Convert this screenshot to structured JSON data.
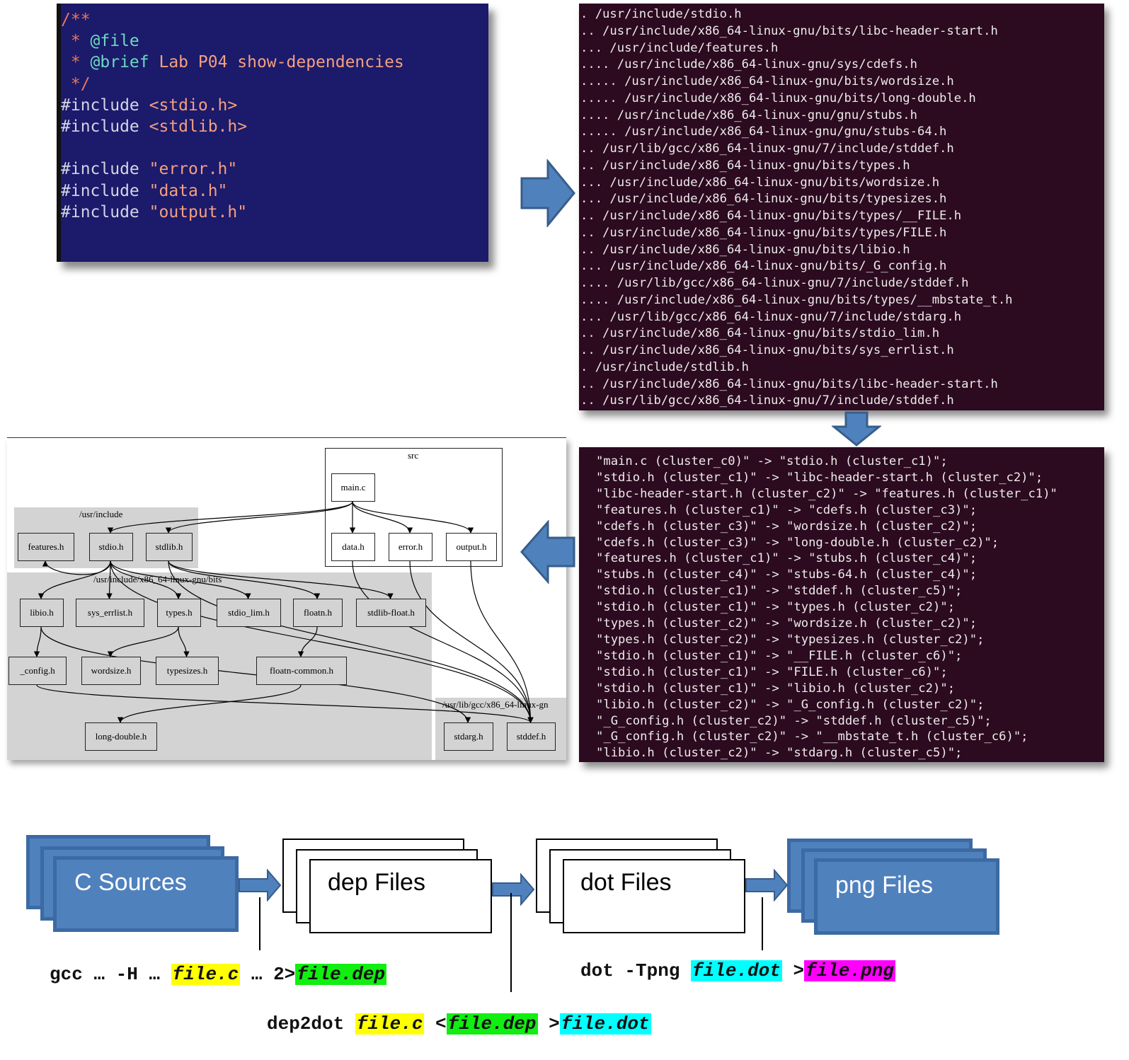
{
  "code_block": {
    "background": "#1b1a6b",
    "lines": [
      [
        {
          "text": "/**",
          "role": "cm"
        }
      ],
      [
        {
          "text": " * ",
          "role": "cm"
        },
        {
          "text": "@file",
          "role": "tag"
        }
      ],
      [
        {
          "text": " * ",
          "role": "cm"
        },
        {
          "text": "@brief",
          "role": "tag"
        },
        {
          "text": " Lab P04 show-dependencies",
          "role": "str"
        }
      ],
      [
        {
          "text": " */",
          "role": "cm"
        }
      ],
      [
        {
          "text": "#include ",
          "role": "kw"
        },
        {
          "text": "<stdio.h>",
          "role": "str"
        }
      ],
      [
        {
          "text": "#include ",
          "role": "kw"
        },
        {
          "text": "<stdlib.h>",
          "role": "str"
        }
      ],
      [
        {
          "text": "",
          "role": "kw"
        }
      ],
      [
        {
          "text": "#include ",
          "role": "kw"
        },
        {
          "text": "\"error.h\"",
          "role": "str"
        }
      ],
      [
        {
          "text": "#include ",
          "role": "kw"
        },
        {
          "text": "\"data.h\"",
          "role": "str"
        }
      ],
      [
        {
          "text": "#include ",
          "role": "kw"
        },
        {
          "text": "\"output.h\"",
          "role": "str"
        }
      ]
    ]
  },
  "dep_output": {
    "background": "#2c0a1f",
    "lines": [
      ". /usr/include/stdio.h",
      ".. /usr/include/x86_64-linux-gnu/bits/libc-header-start.h",
      "... /usr/include/features.h",
      ".... /usr/include/x86_64-linux-gnu/sys/cdefs.h",
      "..... /usr/include/x86_64-linux-gnu/bits/wordsize.h",
      "..... /usr/include/x86_64-linux-gnu/bits/long-double.h",
      ".... /usr/include/x86_64-linux-gnu/gnu/stubs.h",
      "..... /usr/include/x86_64-linux-gnu/gnu/stubs-64.h",
      ".. /usr/lib/gcc/x86_64-linux-gnu/7/include/stddef.h",
      ".. /usr/include/x86_64-linux-gnu/bits/types.h",
      "... /usr/include/x86_64-linux-gnu/bits/wordsize.h",
      "... /usr/include/x86_64-linux-gnu/bits/typesizes.h",
      ".. /usr/include/x86_64-linux-gnu/bits/types/__FILE.h",
      ".. /usr/include/x86_64-linux-gnu/bits/types/FILE.h",
      ".. /usr/include/x86_64-linux-gnu/bits/libio.h",
      "... /usr/include/x86_64-linux-gnu/bits/_G_config.h",
      ".... /usr/lib/gcc/x86_64-linux-gnu/7/include/stddef.h",
      ".... /usr/include/x86_64-linux-gnu/bits/types/__mbstate_t.h",
      "... /usr/lib/gcc/x86_64-linux-gnu/7/include/stdarg.h",
      ".. /usr/include/x86_64-linux-gnu/bits/stdio_lim.h",
      ".. /usr/include/x86_64-linux-gnu/bits/sys_errlist.h",
      ". /usr/include/stdlib.h",
      ".. /usr/include/x86_64-linux-gnu/bits/libc-header-start.h",
      ".. /usr/lib/gcc/x86_64-linux-gnu/7/include/stddef.h"
    ]
  },
  "dot_output": {
    "lines": [
      "\"main.c (cluster_c0)\" -> \"stdio.h (cluster_c1)\";",
      "\"stdio.h (cluster_c1)\" -> \"libc-header-start.h (cluster_c2)\";",
      "\"libc-header-start.h (cluster_c2)\" -> \"features.h (cluster_c1)\"",
      "\"features.h (cluster_c1)\" -> \"cdefs.h (cluster_c3)\";",
      "\"cdefs.h (cluster_c3)\" -> \"wordsize.h (cluster_c2)\";",
      "\"cdefs.h (cluster_c3)\" -> \"long-double.h (cluster_c2)\";",
      "\"features.h (cluster_c1)\" -> \"stubs.h (cluster_c4)\";",
      "\"stubs.h (cluster_c4)\" -> \"stubs-64.h (cluster_c4)\";",
      "\"stdio.h (cluster_c1)\" -> \"stddef.h (cluster_c5)\";",
      "\"stdio.h (cluster_c1)\" -> \"types.h (cluster_c2)\";",
      "\"types.h (cluster_c2)\" -> \"wordsize.h (cluster_c2)\";",
      "\"types.h (cluster_c2)\" -> \"typesizes.h (cluster_c2)\";",
      "\"stdio.h (cluster_c1)\" -> \"__FILE.h (cluster_c6)\";",
      "\"stdio.h (cluster_c1)\" -> \"FILE.h (cluster_c6)\";",
      "\"stdio.h (cluster_c1)\" -> \"libio.h (cluster_c2)\";",
      "\"libio.h (cluster_c2)\" -> \"_G_config.h (cluster_c2)\";",
      "\"_G_config.h (cluster_c2)\" -> \"stddef.h (cluster_c5)\";",
      "\"_G_config.h (cluster_c2)\" -> \"__mbstate_t.h (cluster_c6)\";",
      "\"libio.h (cluster_c2)\" -> \"stdarg.h (cluster_c5)\";"
    ]
  },
  "graph": {
    "clusters": [
      "src",
      "/usr/include",
      "/usr/include/x86_64-linux-gnu/bits",
      "/usr/lib/gcc/x86_64-linux-gn"
    ],
    "nodes": [
      "main.c",
      "data.h",
      "error.h",
      "output.h",
      "features.h",
      "stdio.h",
      "stdlib.h",
      "libio.h",
      "sys_errlist.h",
      "types.h",
      "stdio_lim.h",
      "floatn.h",
      "stdlib-float.h",
      "_config.h",
      "wordsize.h",
      "typesizes.h",
      "floatn-common.h",
      "long-double.h",
      "stdarg.h",
      "stddef.h"
    ],
    "edges": [
      [
        "main.c",
        "stdio.h"
      ],
      [
        "main.c",
        "stdlib.h"
      ],
      [
        "main.c",
        "data.h"
      ],
      [
        "main.c",
        "error.h"
      ],
      [
        "main.c",
        "output.h"
      ],
      [
        "stdio.h",
        "features.h"
      ],
      [
        "stdio.h",
        "libio.h"
      ],
      [
        "stdio.h",
        "sys_errlist.h"
      ],
      [
        "stdio.h",
        "types.h"
      ],
      [
        "stdio.h",
        "stdio_lim.h"
      ],
      [
        "stdlib.h",
        "floatn.h"
      ],
      [
        "stdlib.h",
        "stdlib-float.h"
      ],
      [
        "stdlib.h",
        "stddef.h"
      ],
      [
        "libio.h",
        "_config.h"
      ],
      [
        "libio.h",
        "stdarg.h"
      ],
      [
        "types.h",
        "wordsize.h"
      ],
      [
        "types.h",
        "typesizes.h"
      ],
      [
        "floatn.h",
        "floatn-common.h"
      ],
      [
        "floatn-common.h",
        "long-double.h"
      ],
      [
        "_config.h",
        "stddef.h"
      ],
      [
        "data.h",
        "stddef.h"
      ],
      [
        "error.h",
        "stddef.h"
      ],
      [
        "output.h",
        "stddef.h"
      ],
      [
        "stdio.h",
        "stddef.h"
      ]
    ]
  },
  "flow": {
    "c_sources": "C Sources",
    "dep_files": "dep Files",
    "dot_files": "dot Files",
    "png_files": "png Files",
    "accent": "#4f81bd"
  },
  "commands": {
    "gcc": [
      {
        "text": "gcc … -H … ",
        "hl": ""
      },
      {
        "text": "file.c",
        "hl": "#ffff00"
      },
      {
        "text": " … 2>",
        "hl": ""
      },
      {
        "text": "file.dep",
        "hl": "#11ee11"
      }
    ],
    "dot": [
      {
        "text": "dot -Tpng ",
        "hl": ""
      },
      {
        "text": "file.dot",
        "hl": "#00ffff"
      },
      {
        "text": " >",
        "hl": ""
      },
      {
        "text": "file.png",
        "hl": "#ff00ff"
      }
    ],
    "dep2dot": [
      {
        "text": "dep2dot ",
        "hl": ""
      },
      {
        "text": "file.c",
        "hl": "#ffff00"
      },
      {
        "text": " <",
        "hl": ""
      },
      {
        "text": "file.dep",
        "hl": "#11ee11"
      },
      {
        "text": " >",
        "hl": ""
      },
      {
        "text": "file.dot",
        "hl": "#00ffff"
      }
    ]
  }
}
